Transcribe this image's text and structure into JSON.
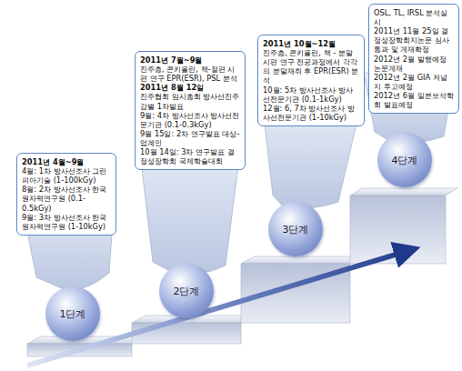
{
  "diagram": {
    "nodes": [
      {
        "text": [
          "2011년 4월~9월",
          "4월: 1차 방사선조사 그린피아기술 (1-100kGy)",
          "8월: 2차 방사선조사 한국원자력연구원 (0.1-0.5kGy)",
          "9월: 3차 방사선조사 한국원자력연구원 (1-10kGy)"
        ]
      },
      {
        "text": [
          "1단계"
        ]
      },
      {
        "text": [
          "2011년 7월~9월",
          "진주층, 콘키올린, 책-절편 시편 연구 EPR(ESR), PSL 분석",
          "2011년 8월 12일",
          "진주협회 임시총회 방사선진주감별 1차발표",
          "9월: 4차 방사선조사 방사선전문기관 (0.1-0.3kGy)",
          "9월 15일: 2차 연구발표 대상-업계인",
          "10월 14일: 3차 연구발표 결정성장학회 국제학술대회"
        ]
      },
      {
        "text": [
          "2단계"
        ]
      },
      {
        "text": [
          "2011년 10월~12월",
          "진주층, 콘키올린, 책 - 분말시편 연구 전공과정에서 각각의 분말재취 후 EPR(ESR) 분석",
          "10월: 5차 방사선조사 방사선전문기관 (0.1-1kGy)",
          "12월: 6, 7차 방사선조사 방사선전문기관 (1-10kGy)"
        ]
      },
      {
        "text": [
          "3단계"
        ]
      },
      {
        "text": [
          "OSL, TL, IRSL 분석실시",
          "2011년 11월 25일 결정성장학회지논문 심사통과 및 게재확정",
          "2012년 2월 발행예정 논문게재",
          "2012년 2월 GIA 저널지 투고예정",
          "2012년 6월 일본보석학회 발표예정"
        ]
      },
      {
        "text": [
          "4단계"
        ]
      }
    ]
  }
}
